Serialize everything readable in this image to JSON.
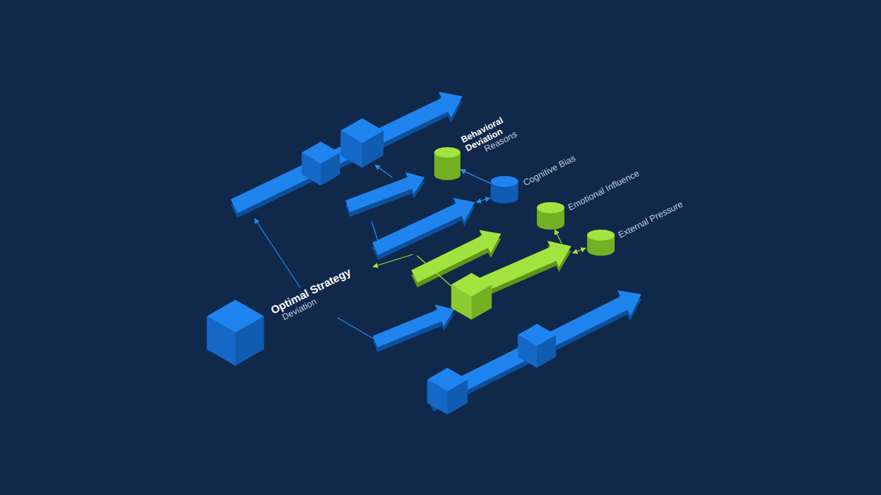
{
  "diagram": {
    "nodes": [
      {
        "text": [
          "Optimal Strategy",
          "Deviation"
        ]
      },
      {
        "text": [
          "Behavioral Deviation",
          "Reasons"
        ]
      },
      {
        "text": [
          "Cognitive Bias"
        ]
      },
      {
        "text": [
          "Emotional Influence"
        ]
      },
      {
        "text": [
          "External Pressure"
        ]
      }
    ],
    "edges": [
      {
        "from": 2,
        "to": 1,
        "arrow": "to"
      }
    ]
  }
}
